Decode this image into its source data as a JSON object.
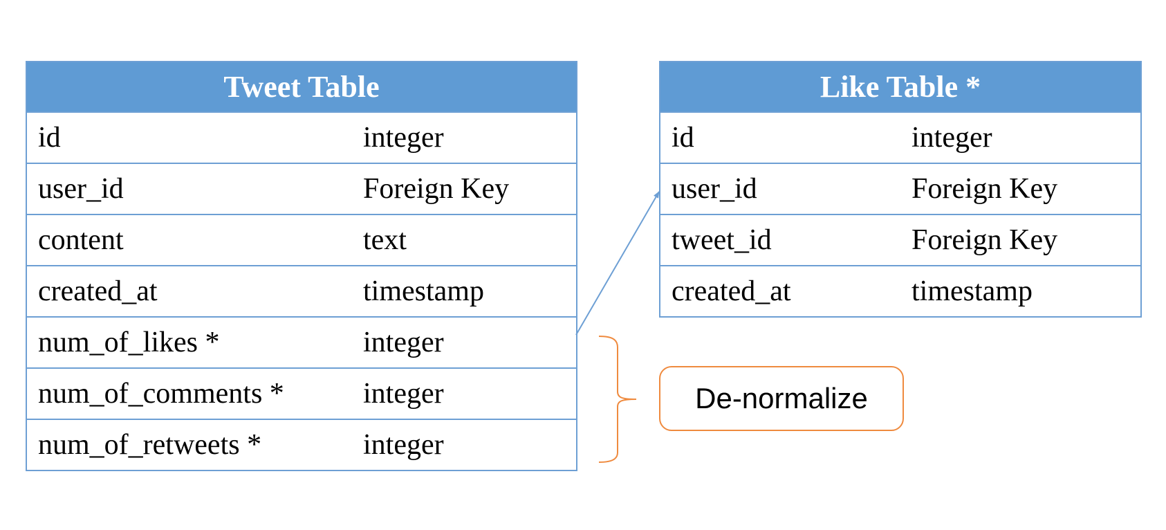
{
  "tweet_table": {
    "title": "Tweet Table",
    "rows": [
      {
        "field": "id",
        "type": "integer"
      },
      {
        "field": "user_id",
        "type": "Foreign Key"
      },
      {
        "field": "content",
        "type": "text"
      },
      {
        "field": "created_at",
        "type": "timestamp"
      },
      {
        "field": "num_of_likes *",
        "type": "integer"
      },
      {
        "field": "num_of_comments *",
        "type": "integer"
      },
      {
        "field": "num_of_retweets *",
        "type": "integer"
      }
    ]
  },
  "like_table": {
    "title": "Like Table *",
    "rows": [
      {
        "field": "id",
        "type": "integer"
      },
      {
        "field": "user_id",
        "type": "Foreign Key"
      },
      {
        "field": "tweet_id",
        "type": "Foreign Key"
      },
      {
        "field": "created_at",
        "type": "timestamp"
      }
    ]
  },
  "annotation": {
    "label": "De-normalize"
  },
  "colors": {
    "header_fill": "#5f9bd4",
    "table_border": "#6d9fd4",
    "arrow": "#6d9fd4",
    "brace": "#ef8a3e",
    "annotation_border": "#ef8a3e"
  }
}
